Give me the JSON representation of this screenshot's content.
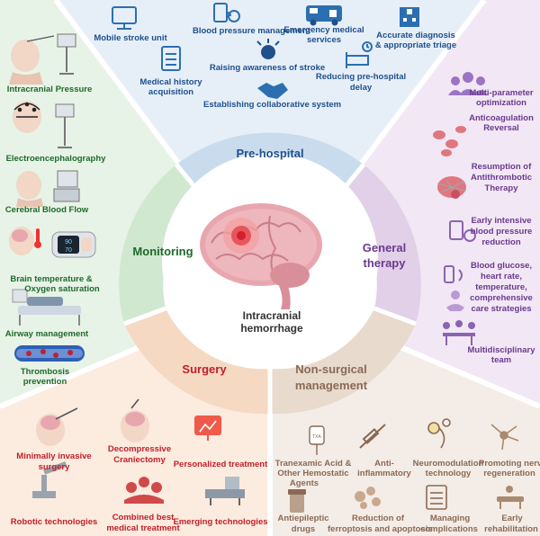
{
  "sections": {
    "prehospital": "Pre-hospital",
    "monitoring": "Monitoring",
    "general_1": "General",
    "general_2": "therapy",
    "surgery": "Surgery",
    "nonsurgical_1": "Non-surgical",
    "nonsurgical_2": "management",
    "center_1": "Intracranial",
    "center_2": "hemorrhage"
  },
  "prehospital": {
    "mobile": "Mobile stroke unit",
    "bp": "Blood pressure management",
    "ems_1": "Emergency medical",
    "ems_2": "services",
    "diag_1": "Accurate diagnosis",
    "diag_2": "& appropriate triage",
    "hist_1": "Medical history",
    "hist_2": "acquisition",
    "aware": "Raising awareness of stroke",
    "delay_1": "Reducing pre-hospital",
    "delay_2": "delay",
    "collab": "Establishing collaborative system"
  },
  "monitoring": {
    "icp": "Intracranial Pressure",
    "eeg": "Electroencephalography",
    "cbf": "Cerebral Blood Flow",
    "temp_1": "Brain temperature &",
    "temp_2": "Oxygen saturation",
    "airway": "Airway management",
    "thromb_1": "Thrombosis",
    "thromb_2": "prevention",
    "oximeter_a": "90",
    "oximeter_b": "70"
  },
  "general": {
    "multi_1": "Multi-parameter",
    "multi_2": "optimization",
    "anti_1": "Anticoagulation",
    "anti_2": "Reversal",
    "res_1": "Resumption of",
    "res_2": "Antithrombotic",
    "res_3": "Therapy",
    "early_1": "Early intensive",
    "early_2": "blood pressure",
    "early_3": "reduction",
    "glu_1": "Blood glucose,",
    "glu_2": "heart rate,",
    "glu_3": "temperature,",
    "glu_4": "comprehensive",
    "glu_5": "care strategies",
    "team_1": "Multidisciplinary",
    "team_2": "team"
  },
  "surgery": {
    "mis_1": "Minimally invasive",
    "mis_2": "surgery",
    "dc_1": "Decompressive",
    "dc_2": "Craniectomy",
    "pers": "Personalized treatment",
    "robot": "Robotic technologies",
    "comb_1": "Combined best",
    "comb_2": "medical treatment",
    "emerg": "Emerging technologies"
  },
  "nonsurgical": {
    "txa_1": "Tranexamic Acid &",
    "txa_2": "Other Hemostatic",
    "txa_3": "Agents",
    "antiinf_1": "Anti-",
    "antiinf_2": "inflammatory",
    "neuro_1": "Neuromodulation",
    "neuro_2": "technology",
    "nerve_1": "Promoting nerve",
    "nerve_2": "regeneration",
    "antiep_1": "Antiepileptic",
    "antiep_2": "drugs",
    "ferro_1": "Reduction of",
    "ferro_2": "ferroptosis and apoptosis",
    "manage_1": "Managing",
    "manage_2": "complications",
    "rehab_1": "Early",
    "rehab_2": "rehabilitation",
    "bag_label": "TXA"
  },
  "colors": {
    "prehospital_bg": "#e6eff8",
    "monitoring_bg": "#e7f3e6",
    "general_bg": "#f1e6f3",
    "surgery_bg": "#fbe9dc",
    "nonsurgical_bg": "#f3ebe5",
    "ring_blue": "#c9dcee",
    "ring_green": "#cfe6cf",
    "ring_purple": "#e0cde6",
    "ring_orange": "#f6d8c2",
    "ring_brown": "#e6d8cc"
  }
}
